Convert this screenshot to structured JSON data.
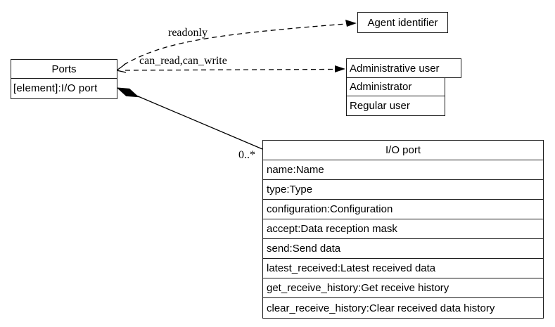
{
  "diagram": {
    "ports": {
      "title": "Ports",
      "attribute": "[element]:I/O port"
    },
    "agent_identifier": {
      "title": "Agent identifier"
    },
    "administrative_user": {
      "title": "Administrative user",
      "rows": [
        "Administrator",
        "Regular user"
      ]
    },
    "io_port": {
      "title": "I/O port",
      "rows": [
        "name:Name",
        "type:Type",
        "configuration:Configuration",
        "accept:Data reception mask",
        "send:Send data",
        "latest_received:Latest received data",
        "get_receive_history:Get receive history",
        "clear_receive_history:Clear received data history"
      ]
    },
    "edges": {
      "readonly_label": "readonly",
      "can_read_write_label": "can_read,can_write",
      "multiplicity_label": "0..*"
    },
    "colors": {
      "line": "#000000",
      "background": "#ffffff",
      "box_fill": "#ffffff"
    }
  }
}
